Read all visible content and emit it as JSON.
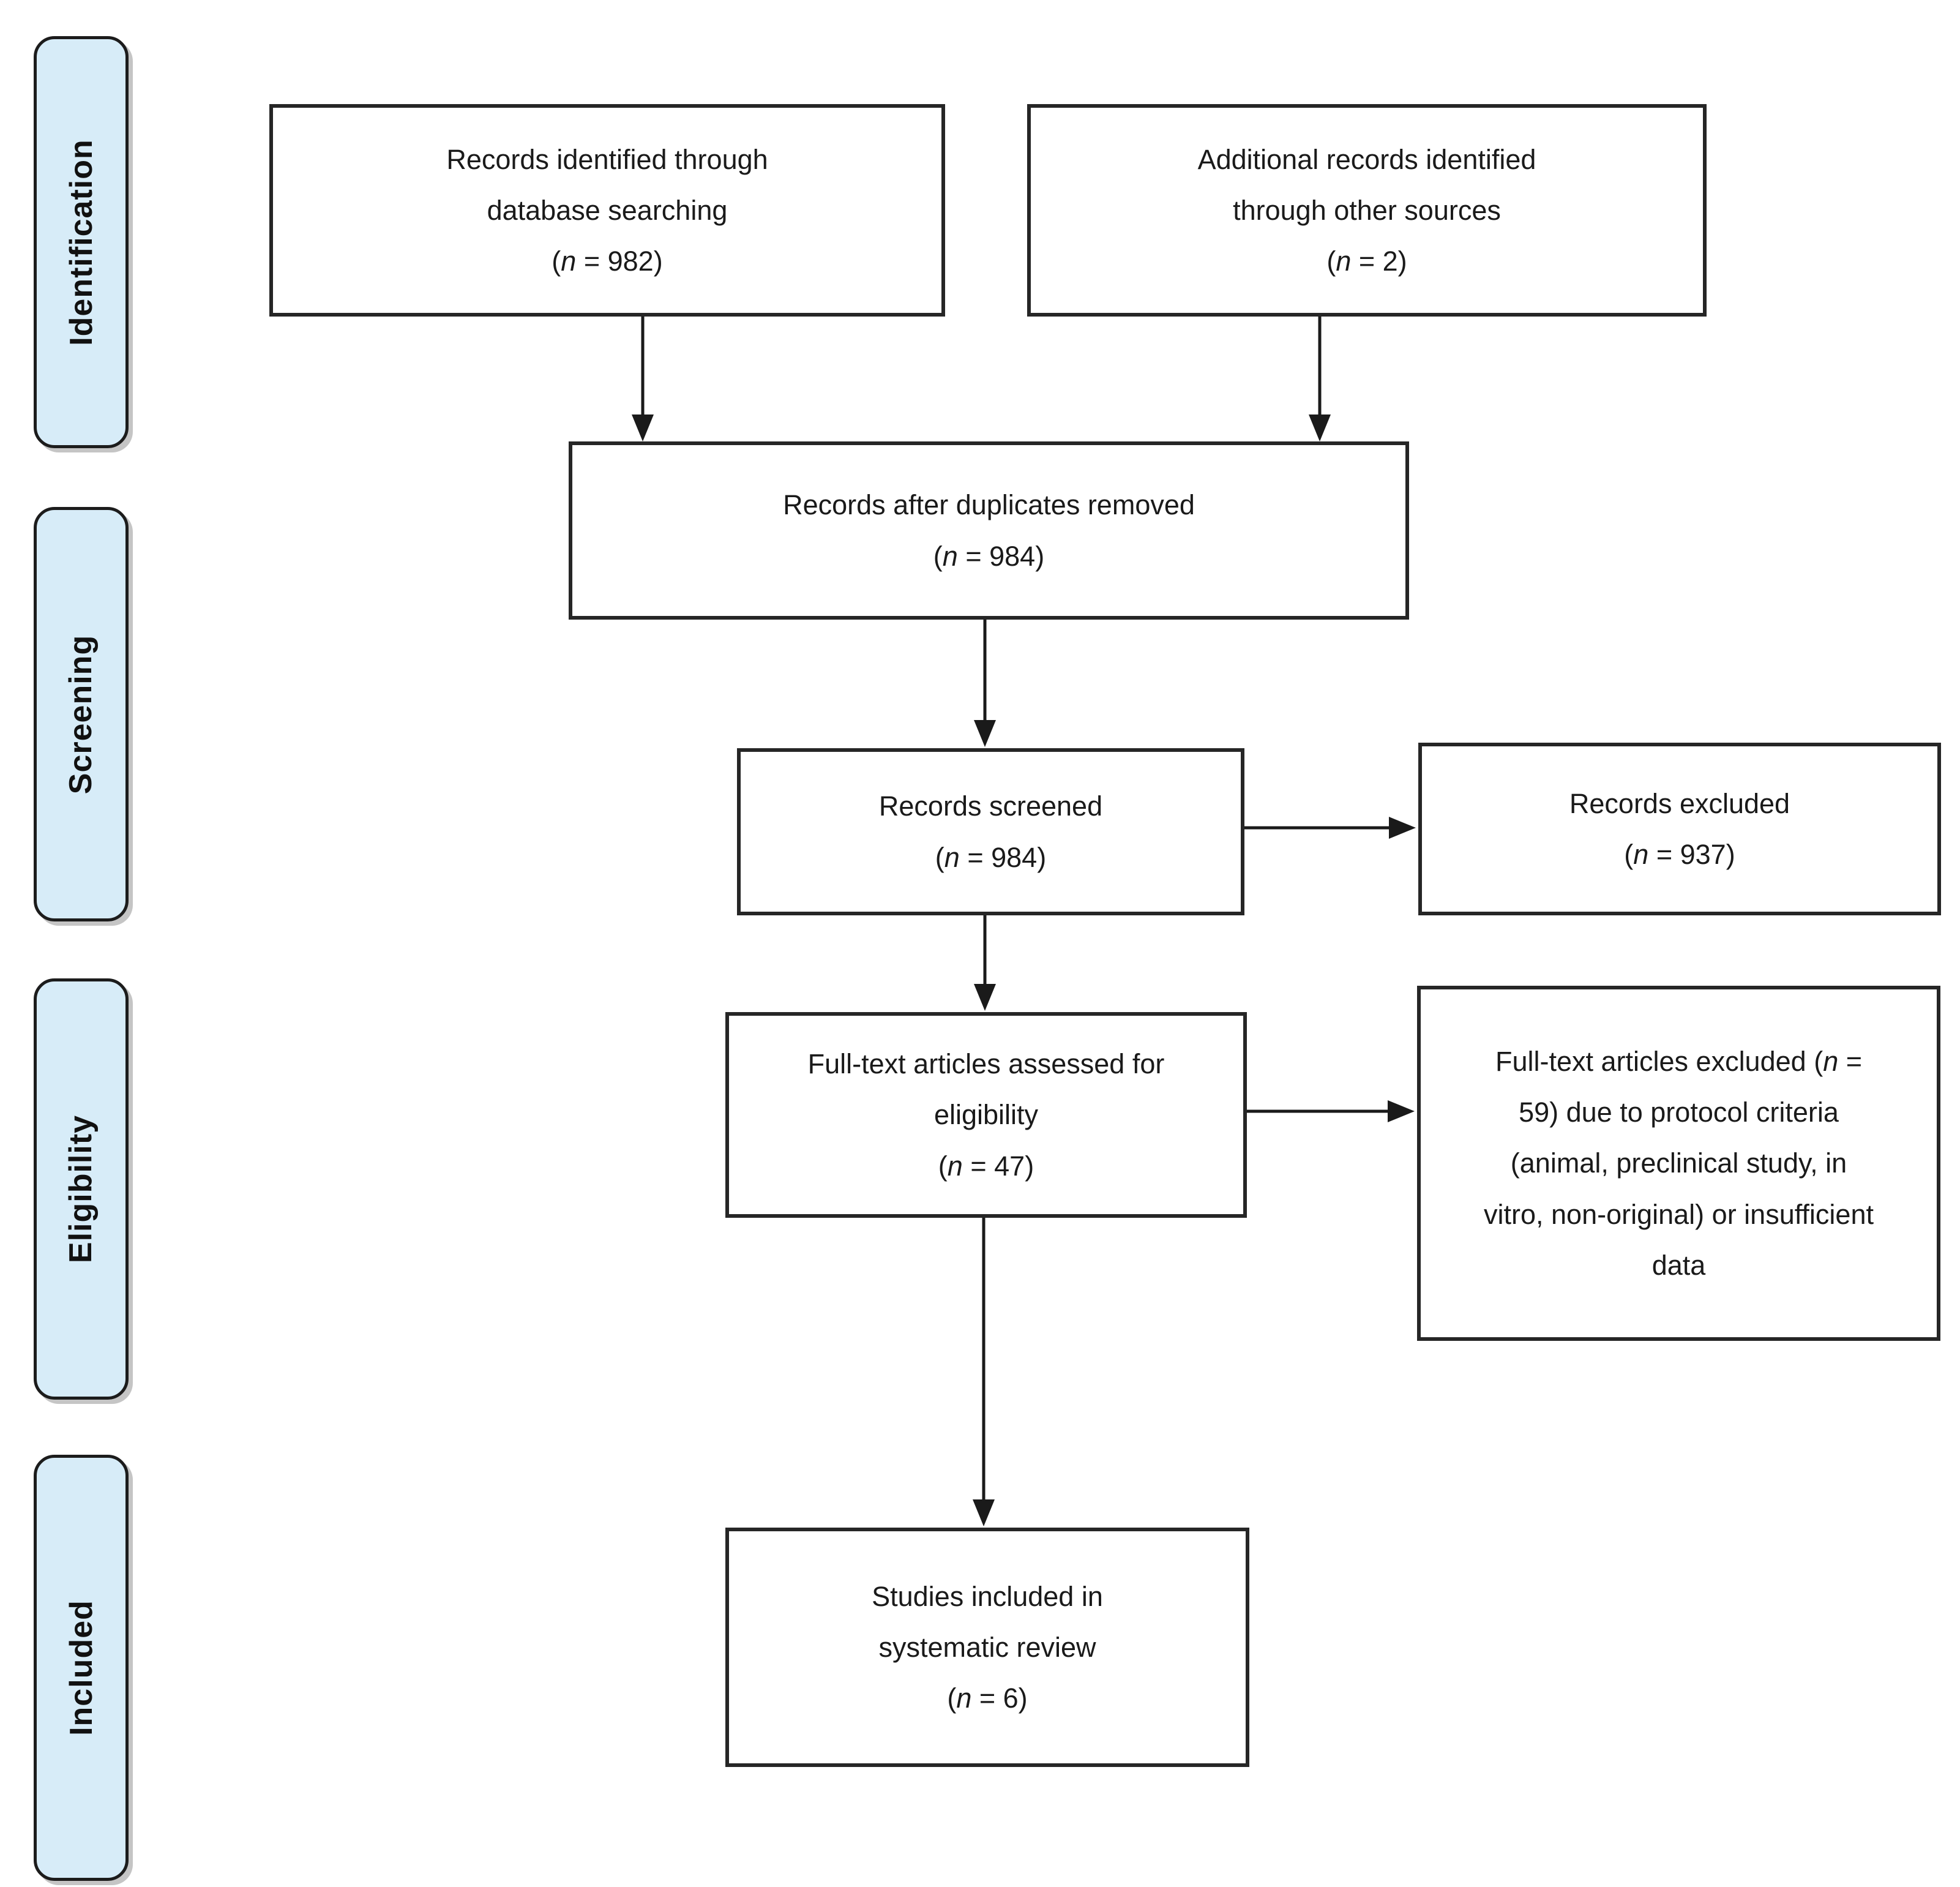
{
  "diagram_type": "prisma-flow",
  "sidebar": {
    "stages": [
      {
        "label": "Identification"
      },
      {
        "label": "Screening"
      },
      {
        "label": "Eligibility"
      },
      {
        "label": "Included"
      }
    ]
  },
  "n_format": {
    "open": "(",
    "var": "n",
    "eq": " = ",
    "close": ")"
  },
  "boxes": {
    "identified": {
      "text": "Records identified through database searching",
      "n": "982"
    },
    "additional": {
      "text": "Additional records identified through other sources",
      "n": "2"
    },
    "deduplicated": {
      "text": "Records after duplicates removed",
      "n": "984"
    },
    "screened": {
      "text": "Records screened",
      "n": "984"
    },
    "records_excluded": {
      "text": "Records excluded",
      "n": "937"
    },
    "fulltext_assessed": {
      "text": "Full-text articles assessed for eligibility",
      "n": "47"
    },
    "fulltext_excluded": {
      "text": "Full-text articles excluded",
      "n": "59",
      "suffix": " due to protocol criteria (animal, preclinical study, in vitro, non-original) or insufficient data"
    },
    "included_studies": {
      "text": "Studies included in systematic review",
      "n": "6"
    }
  },
  "colors": {
    "stage_fill": "#d7ecf8",
    "stage_border": "#1c1c1c",
    "box_border": "#262626",
    "arrow": "#1a1a1a",
    "background": "#ffffff",
    "text": "#1a1a1a"
  }
}
